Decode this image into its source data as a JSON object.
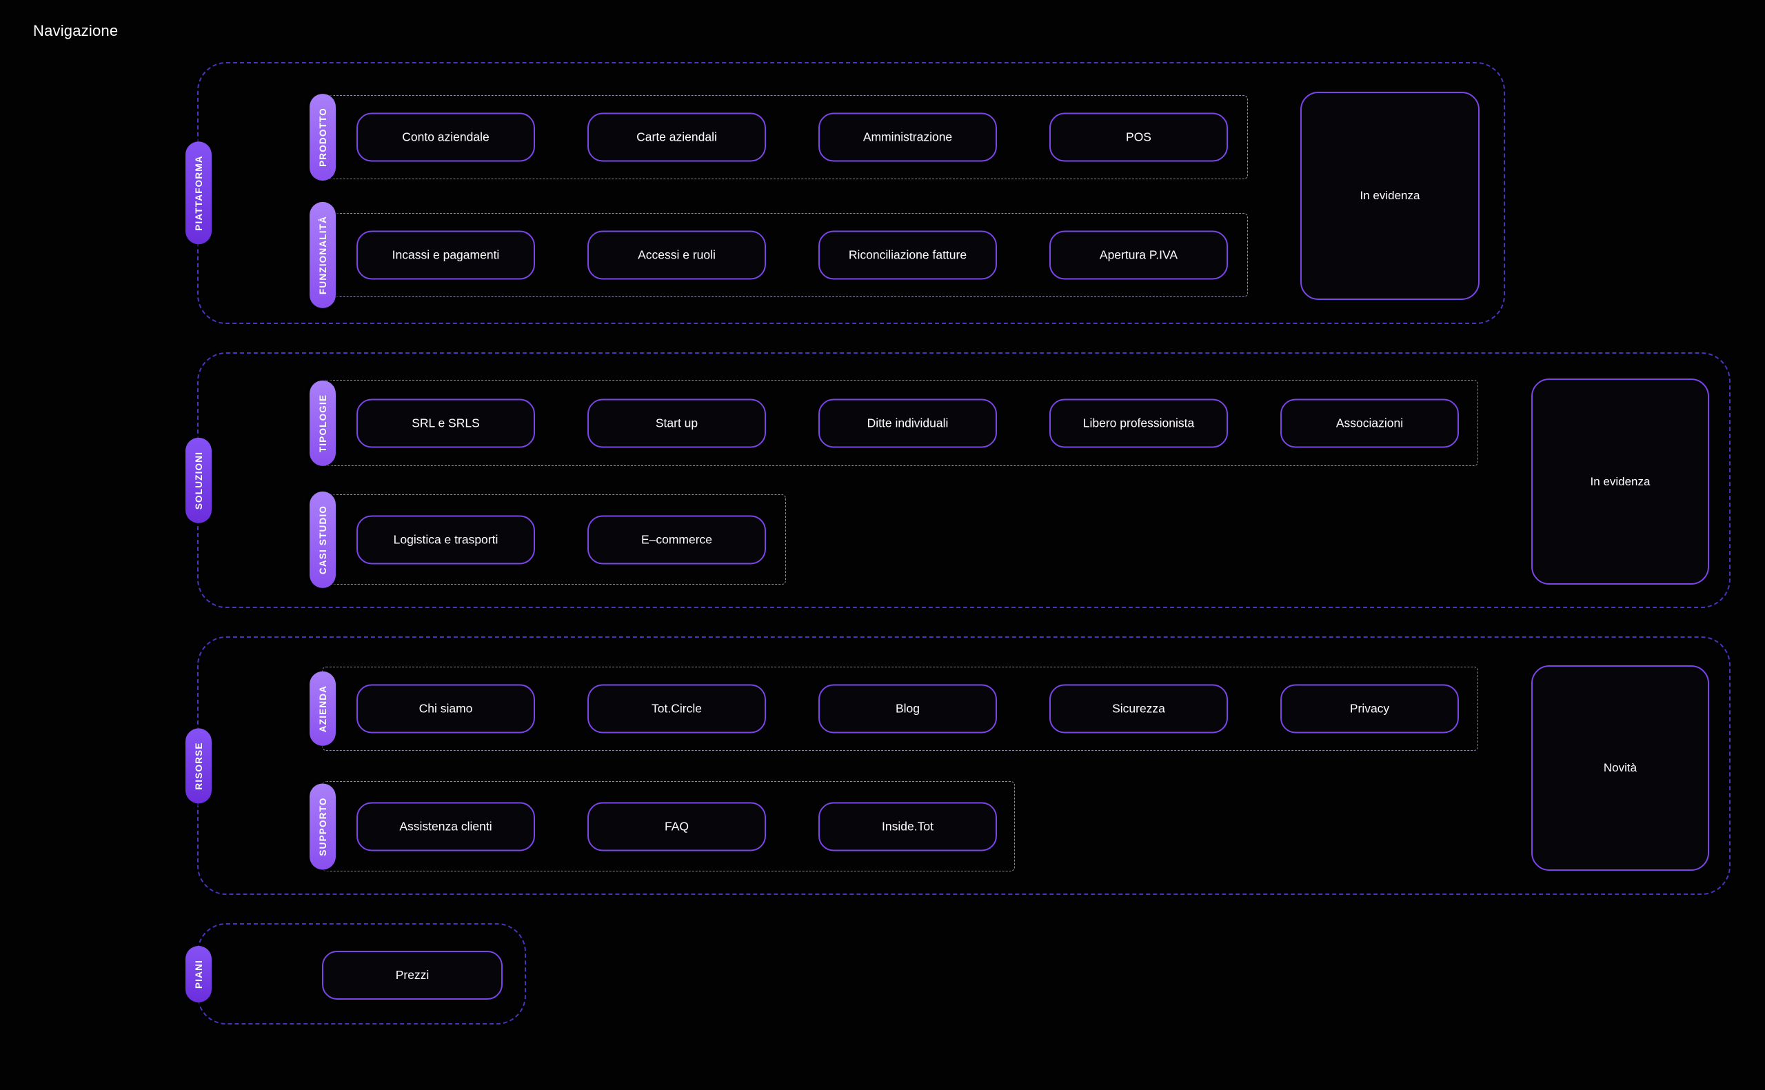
{
  "page": {
    "title": "Navigazione"
  },
  "theme": {
    "bg": "#020202",
    "text": "#ffffff",
    "dash-outer": "#4b33be",
    "dash-inner": "#8e8aa8",
    "btn-border": "#7b45e8",
    "btn-bg": "#060509",
    "pill-outer-top": "#8552f4",
    "pill-outer-bot": "#6b2edc",
    "pill-inner-top": "#a97ff8",
    "pill-inner-bot": "#8a4ff0"
  },
  "sections": [
    {
      "label": "PIATTAFORMA",
      "featured": "In evidenza",
      "rows": [
        {
          "label": "PRODOTTO",
          "items": [
            "Conto aziendale",
            "Carte aziendali",
            "Amministrazione",
            "POS"
          ]
        },
        {
          "label": "FUNZIONALITÀ",
          "items": [
            "Incassi e pagamenti",
            "Accessi e ruoli",
            "Riconciliazione fatture",
            "Apertura P.IVA"
          ]
        }
      ]
    },
    {
      "label": "SOLUZIONI",
      "featured": "In evidenza",
      "rows": [
        {
          "label": "TIPOLOGIE",
          "items": [
            "SRL e SRLS",
            "Start up",
            "Ditte individuali",
            "Libero professionista",
            "Associazioni"
          ]
        },
        {
          "label": "CASI STUDIO",
          "items": [
            "Logistica e trasporti",
            "E–commerce"
          ]
        }
      ]
    },
    {
      "label": "RISORSE",
      "featured": "Novità",
      "rows": [
        {
          "label": "AZIENDA",
          "items": [
            "Chi siamo",
            "Tot.Circle",
            "Blog",
            "Sicurezza",
            "Privacy"
          ]
        },
        {
          "label": "SUPPORTO",
          "items": [
            "Assistenza clienti",
            "FAQ",
            "Inside.Tot"
          ]
        }
      ]
    },
    {
      "label": "PIANI",
      "rows": [
        {
          "label": "",
          "items": [
            "Prezzi"
          ]
        }
      ]
    }
  ]
}
